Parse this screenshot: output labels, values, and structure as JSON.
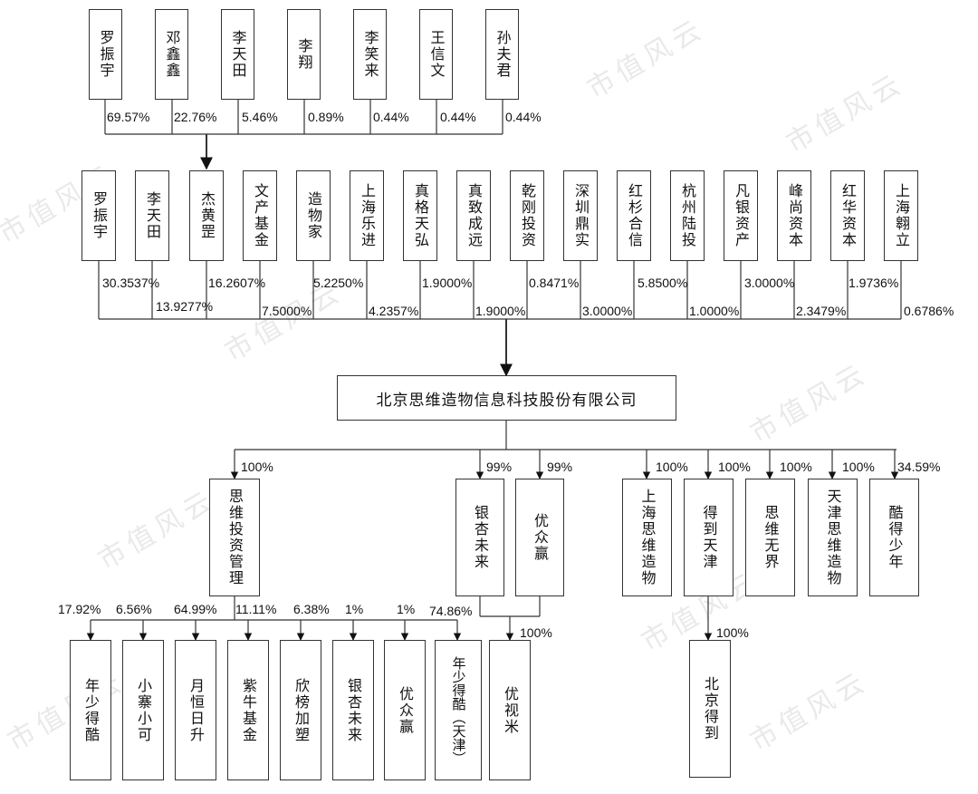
{
  "watermark": "市值风云",
  "top_shareholders": [
    {
      "name": "罗振宇",
      "pct": "69.57%"
    },
    {
      "name": "邓鑫鑫",
      "pct": "22.76%"
    },
    {
      "name": "李天田",
      "pct": "5.46%"
    },
    {
      "name": "李翔",
      "pct": "0.89%"
    },
    {
      "name": "李笑来",
      "pct": "0.44%"
    },
    {
      "name": "王信文",
      "pct": "0.44%"
    },
    {
      "name": "孙夫君",
      "pct": "0.44%"
    }
  ],
  "second_shareholders": [
    {
      "name": "罗振宇",
      "pct": "30.3537%"
    },
    {
      "name": "李天田",
      "pct": "13.9277%"
    },
    {
      "name": "杰黄罡",
      "pct": "16.2607%"
    },
    {
      "name": "文产基金",
      "pct": "7.5000%"
    },
    {
      "name": "造物家",
      "pct": "5.2250%"
    },
    {
      "name": "上海乐进",
      "pct": "4.2357%"
    },
    {
      "name": "真格天弘",
      "pct": "1.9000%"
    },
    {
      "name": "真致成远",
      "pct": "1.9000%"
    },
    {
      "name": "乾刚投资",
      "pct": "0.8471%"
    },
    {
      "name": "深圳鼎实",
      "pct": "3.0000%"
    },
    {
      "name": "红杉合信",
      "pct": "5.8500%"
    },
    {
      "name": "杭州陆投",
      "pct": "1.0000%"
    },
    {
      "name": "凡银资产",
      "pct": "3.0000%"
    },
    {
      "name": "峰尚资本",
      "pct": "2.3479%"
    },
    {
      "name": "红华资本",
      "pct": "1.9736%"
    },
    {
      "name": "上海翱立",
      "pct": "0.6786%"
    }
  ],
  "company": {
    "name": "北京思维造物信息科技股份有限公司"
  },
  "subsidiaries": [
    {
      "name": "思维投资管理",
      "pct": "100%"
    },
    {
      "name": "银杏未来",
      "pct": "99%"
    },
    {
      "name": "优众赢",
      "pct": "99%"
    },
    {
      "name": "上海思维造物",
      "pct": "100%"
    },
    {
      "name": "得到天津",
      "pct": "100%"
    },
    {
      "name": "思维无界",
      "pct": "100%"
    },
    {
      "name": "天津思维造物",
      "pct": "100%"
    },
    {
      "name": "酷得少年",
      "pct": "34.59%"
    }
  ],
  "investments": [
    {
      "name": "年少得酷",
      "pct": "17.92%"
    },
    {
      "name": "小寨小可",
      "pct": "6.56%"
    },
    {
      "name": "月恒日升",
      "pct": "64.99%"
    },
    {
      "name": "紫牛基金",
      "pct": "11.11%"
    },
    {
      "name": "欣榜加塑",
      "pct": "6.38%"
    },
    {
      "name": "银杏未来",
      "pct": "1%"
    },
    {
      "name": "优众赢",
      "pct": "1%"
    },
    {
      "name": "年少得酷（天津）",
      "pct": "74.86%"
    }
  ],
  "youshimi": {
    "name": "优视米",
    "pct": "100%"
  },
  "beijing_dedao": {
    "name": "北京得到",
    "pct": "100%"
  }
}
